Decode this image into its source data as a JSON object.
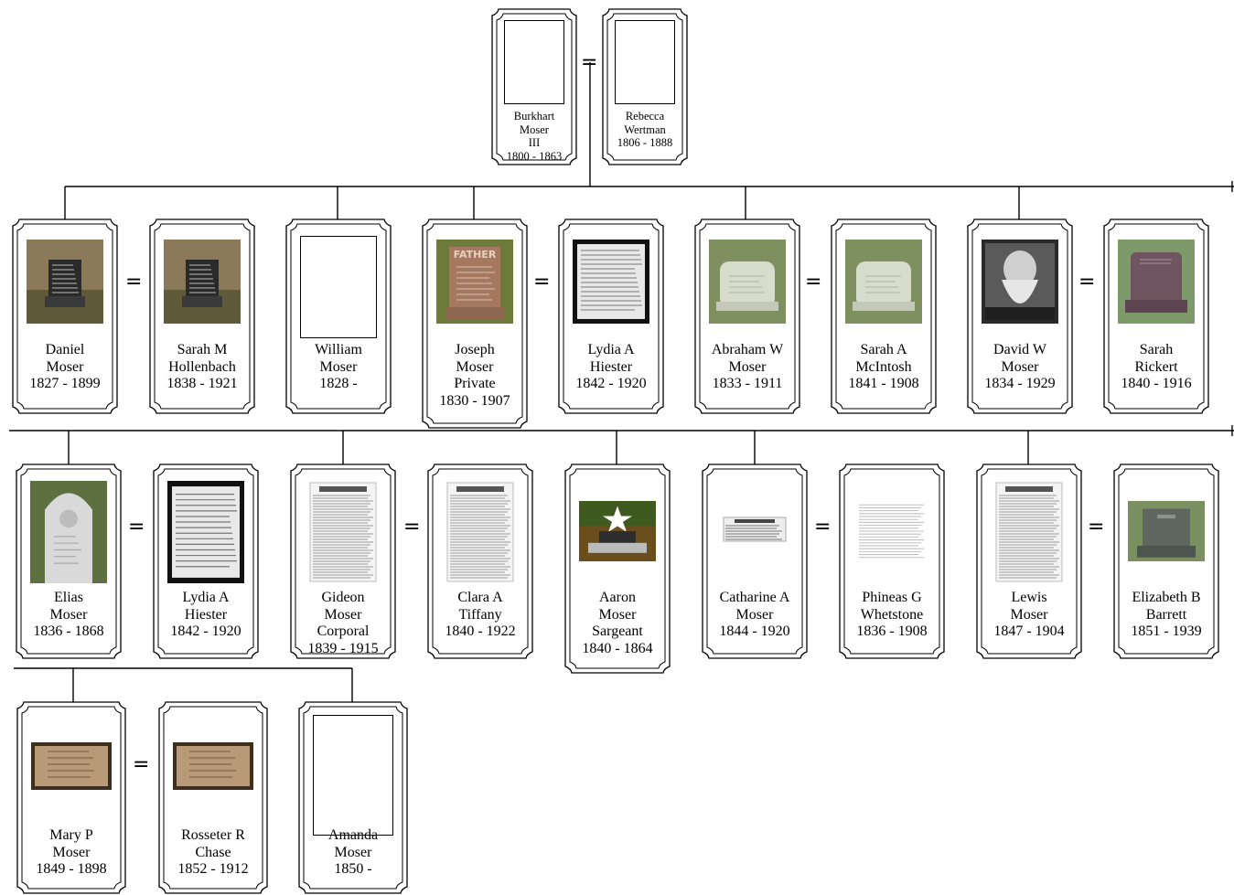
{
  "generation_1": [
    {
      "name_lines": [
        "Burkhart",
        "Moser",
        "III"
      ],
      "dates": "1800 - 1863",
      "photo": "blank"
    },
    {
      "name_lines": [
        "Rebecca",
        "Wertman"
      ],
      "dates": "1806 - 1888",
      "photo": "blank"
    }
  ],
  "generation_2": [
    {
      "name_lines": [
        "Daniel",
        "Moser"
      ],
      "dates": "1827 - 1899",
      "photo": "headstone-dark"
    },
    {
      "name_lines": [
        "Sarah M",
        "Hollenbach"
      ],
      "dates": "1838 - 1921",
      "photo": "headstone-dark"
    },
    {
      "name_lines": [
        "William",
        "Moser"
      ],
      "dates": "1828 -",
      "photo": "blank"
    },
    {
      "name_lines": [
        "Joseph",
        "Moser",
        "Private"
      ],
      "dates": "1830 - 1907",
      "photo": "headstone-father"
    },
    {
      "name_lines": [
        "Lydia A",
        "Hiester"
      ],
      "dates": "1842 - 1920",
      "photo": "document"
    },
    {
      "name_lines": [
        "Abraham W",
        "Moser"
      ],
      "dates": "1833 - 1911",
      "photo": "headstone-light"
    },
    {
      "name_lines": [
        "Sarah A",
        "McIntosh"
      ],
      "dates": "1841 - 1908",
      "photo": "headstone-light"
    },
    {
      "name_lines": [
        "David W",
        "Moser"
      ],
      "dates": "1834 - 1929",
      "photo": "portrait"
    },
    {
      "name_lines": [
        "Sarah",
        "Rickert"
      ],
      "dates": "1840 - 1916",
      "photo": "headstone-purple"
    }
  ],
  "generation_3": [
    {
      "name_lines": [
        "Elias",
        "Moser"
      ],
      "dates": "1836 - 1868",
      "photo": "headstone-white"
    },
    {
      "name_lines": [
        "Lydia A",
        "Hiester"
      ],
      "dates": "1842 - 1920",
      "photo": "document"
    },
    {
      "name_lines": [
        "Gideon",
        "Moser",
        "Corporal"
      ],
      "dates": "1839 - 1915",
      "photo": "obituary"
    },
    {
      "name_lines": [
        "Clara A",
        "Tiffany"
      ],
      "dates": "1840 - 1922",
      "photo": "obituary"
    },
    {
      "name_lines": [
        "Aaron",
        "Moser",
        "Sargeant"
      ],
      "dates": "1840 - 1864",
      "photo": "star-monument"
    },
    {
      "name_lines": [
        "Catharine A",
        "Moser"
      ],
      "dates": "1844 - 1920",
      "photo": "clipping-small"
    },
    {
      "name_lines": [
        "Phineas G",
        "Whetstone"
      ],
      "dates": "1836 - 1908",
      "photo": "clipping-faded"
    },
    {
      "name_lines": [
        "Lewis",
        "Moser"
      ],
      "dates": "1847 - 1904",
      "photo": "obituary"
    },
    {
      "name_lines": [
        "Elizabeth B",
        "Barrett"
      ],
      "dates": "1851 - 1939",
      "photo": "headstone-gray"
    }
  ],
  "generation_4": [
    {
      "name_lines": [
        "Mary P",
        "Moser"
      ],
      "dates": "1849 - 1898",
      "photo": "plaque"
    },
    {
      "name_lines": [
        "Rosseter R",
        "Chase"
      ],
      "dates": "1852 - 1912",
      "photo": "plaque"
    },
    {
      "name_lines": [
        "Amanda",
        "Moser"
      ],
      "dates": "1850 -",
      "photo": "blank"
    }
  ],
  "marriage_symbol": "="
}
